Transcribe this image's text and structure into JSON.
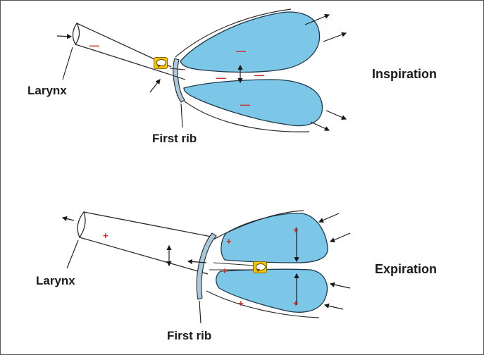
{
  "labels": {
    "larynx_top": "Larynx",
    "first_rib_top": "First rib",
    "inspiration": "Inspiration",
    "larynx_bottom": "Larynx",
    "first_rib_bottom": "First rib",
    "expiration": "Expiration"
  },
  "signs": {
    "negative": "—",
    "positive": "+"
  },
  "icons": {
    "comment_icon_top": "comment-icon",
    "comment_icon_bottom": "comment-icon"
  },
  "colors": {
    "lung_fill": "#7cc6e8",
    "outline": "#1f3a4a",
    "sign_red": "#d42a1c",
    "note_yellow": "#f3c300"
  }
}
